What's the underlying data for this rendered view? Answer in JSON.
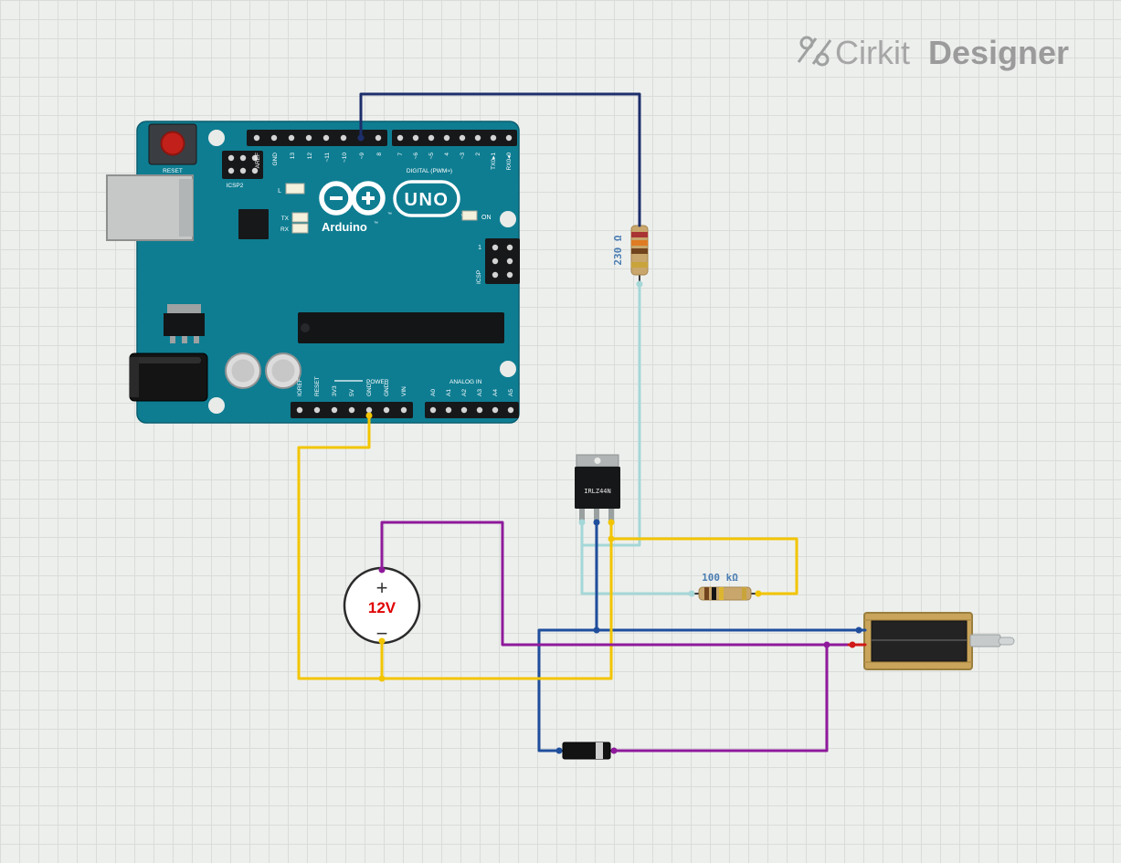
{
  "app": {
    "brand_regular": "Cirkit",
    "brand_bold": "Designer",
    "logo_icon": "circuit-nodes-mark"
  },
  "colors": {
    "canvas_bg": "#edefed",
    "grid_line": "#dadcda",
    "board_teal": "#0e7d92",
    "wire_navy": "#1c2e6b",
    "wire_blue": "#1f4e9c",
    "wire_cyan": "#a5d7d8",
    "wire_yellow": "#f2c500",
    "wire_purple": "#8e1a9b",
    "wire_red": "#d01818",
    "label_blue": "#4a7db2",
    "value_red": "#e00000",
    "brand_gray": "#a2a2a2"
  },
  "arduino": {
    "name": "Arduino UNO",
    "silkscreen": {
      "reset": "RESET",
      "icsp2": "ICSP2",
      "icsp": "ICSP",
      "icsp_pin1": "1",
      "digital": "DIGITAL (PWM≈)",
      "arduino_brand": "Arduino",
      "uno": "UNO",
      "tm": "™",
      "on": "ON",
      "led_l": "L",
      "tx": "TX",
      "rx": "RX",
      "power": "POWER",
      "analog_in": "ANALOG IN"
    },
    "digital_pins_left": [
      "AREF",
      "GND",
      "13",
      "12",
      "~11",
      "~10",
      "~9",
      "8"
    ],
    "digital_pins_right": [
      "7",
      "~6",
      "~5",
      "4",
      "~3",
      "2",
      "TX0▸1",
      "RX0◂0"
    ],
    "power_pins": [
      "IOREF",
      "RESET",
      "3V3",
      "5V",
      "GND",
      "GND",
      "VIN"
    ],
    "analog_pins": [
      "A0",
      "A1",
      "A2",
      "A3",
      "A4",
      "A5"
    ]
  },
  "components": {
    "resistor_230": {
      "value": "230 Ω"
    },
    "resistor_100k": {
      "value": "100 kΩ"
    },
    "mosfet": {
      "part_number": "IRLZ44N"
    },
    "power_supply": {
      "voltage": "12V",
      "plus": "+",
      "minus": "−"
    },
    "diode": {
      "type": "flyback-diode"
    },
    "solenoid": {
      "type": "solenoid-actuator"
    }
  }
}
